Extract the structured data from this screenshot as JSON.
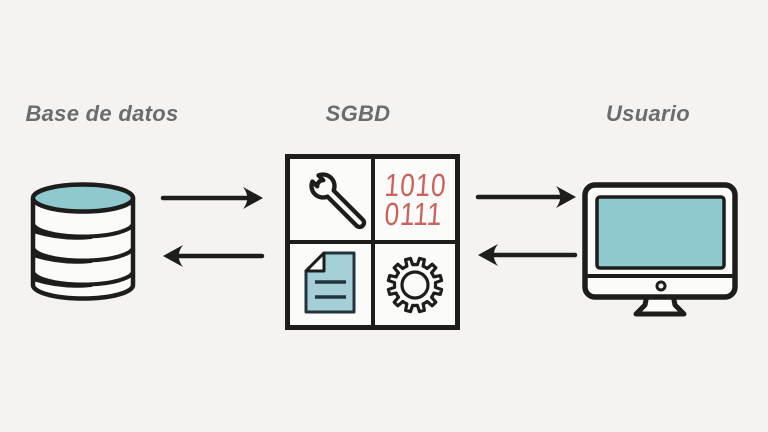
{
  "diagram_title": "Base de datos - SGBD - Usuario",
  "colors": {
    "background": "#f4f3f1",
    "panel": "#fbfbfa",
    "teal": "#90c8d0",
    "teal_light": "#a5cfd6",
    "red": "#c9625a",
    "line": "#1d1d1b",
    "label": "#6b6c6e"
  },
  "nodes": {
    "database": {
      "label": "Base de datos",
      "icon": "database-cylinder-icon"
    },
    "sgbd": {
      "label": "SGBD",
      "icons": [
        "wrench-icon",
        "binary-code",
        "document-icon",
        "gear-icon"
      ],
      "binary": {
        "line1": "1010",
        "line2": "0111"
      }
    },
    "user": {
      "label": "Usuario",
      "icon": "computer-monitor-icon"
    }
  },
  "edges": [
    {
      "from": "database",
      "to": "sgbd",
      "direction": "right"
    },
    {
      "from": "sgbd",
      "to": "database",
      "direction": "left"
    },
    {
      "from": "sgbd",
      "to": "user",
      "direction": "right"
    },
    {
      "from": "user",
      "to": "sgbd",
      "direction": "left"
    }
  ]
}
